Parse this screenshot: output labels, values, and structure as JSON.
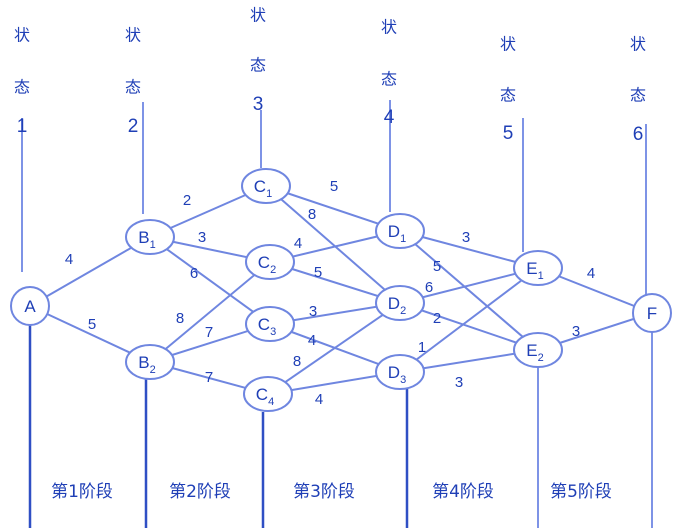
{
  "states": [
    {
      "id": "state-1",
      "char1": "状",
      "char2": "态",
      "num": "1"
    },
    {
      "id": "state-2",
      "char1": "状",
      "char2": "态",
      "num": "2"
    },
    {
      "id": "state-3",
      "char1": "状",
      "char2": "态",
      "num": "3"
    },
    {
      "id": "state-4",
      "char1": "状",
      "char2": "态",
      "num": "4"
    },
    {
      "id": "state-5",
      "char1": "状",
      "char2": "态",
      "num": "5"
    },
    {
      "id": "state-6",
      "char1": "状",
      "char2": "态",
      "num": "6"
    }
  ],
  "stages": [
    "第1阶段",
    "第2阶段",
    "第3阶段",
    "第4阶段",
    "第5阶段"
  ],
  "nodes": [
    {
      "id": "A",
      "letter": "A",
      "sub": ""
    },
    {
      "id": "B1",
      "letter": "B",
      "sub": "1"
    },
    {
      "id": "B2",
      "letter": "B",
      "sub": "2"
    },
    {
      "id": "C1",
      "letter": "C",
      "sub": "1"
    },
    {
      "id": "C2",
      "letter": "C",
      "sub": "2"
    },
    {
      "id": "C3",
      "letter": "C",
      "sub": "3"
    },
    {
      "id": "C4",
      "letter": "C",
      "sub": "4"
    },
    {
      "id": "D1",
      "letter": "D",
      "sub": "1"
    },
    {
      "id": "D2",
      "letter": "D",
      "sub": "2"
    },
    {
      "id": "D3",
      "letter": "D",
      "sub": "3"
    },
    {
      "id": "E1",
      "letter": "E",
      "sub": "1"
    },
    {
      "id": "E2",
      "letter": "E",
      "sub": "2"
    },
    {
      "id": "F",
      "letter": "F",
      "sub": ""
    }
  ],
  "edges": [
    {
      "from": "A",
      "to": "B1",
      "weight": "4"
    },
    {
      "from": "A",
      "to": "B2",
      "weight": "5"
    },
    {
      "from": "B1",
      "to": "C1",
      "weight": "2"
    },
    {
      "from": "B1",
      "to": "C2",
      "weight": "3"
    },
    {
      "from": "B1",
      "to": "C3",
      "weight": "6"
    },
    {
      "from": "B2",
      "to": "C2",
      "weight": "8"
    },
    {
      "from": "B2",
      "to": "C3",
      "weight": "7"
    },
    {
      "from": "B2",
      "to": "C4",
      "weight": "7"
    },
    {
      "from": "C1",
      "to": "D1",
      "weight": "5"
    },
    {
      "from": "C1",
      "to": "D2",
      "weight": "8"
    },
    {
      "from": "C2",
      "to": "D1",
      "weight": "4"
    },
    {
      "from": "C2",
      "to": "D2",
      "weight": "5"
    },
    {
      "from": "C3",
      "to": "D2",
      "weight": "3"
    },
    {
      "from": "C3",
      "to": "D3",
      "weight": "4"
    },
    {
      "from": "C4",
      "to": "D2",
      "weight": "8"
    },
    {
      "from": "C4",
      "to": "D3",
      "weight": "4"
    },
    {
      "from": "D1",
      "to": "E1",
      "weight": "3"
    },
    {
      "from": "D1",
      "to": "E2",
      "weight": "5"
    },
    {
      "from": "D2",
      "to": "E1",
      "weight": "6"
    },
    {
      "from": "D2",
      "to": "E2",
      "weight": "2"
    },
    {
      "from": "D3",
      "to": "E1",
      "weight": "1"
    },
    {
      "from": "D3",
      "to": "E2",
      "weight": "3"
    },
    {
      "from": "E1",
      "to": "F",
      "weight": "4"
    },
    {
      "from": "E2",
      "to": "F",
      "weight": "3"
    }
  ]
}
